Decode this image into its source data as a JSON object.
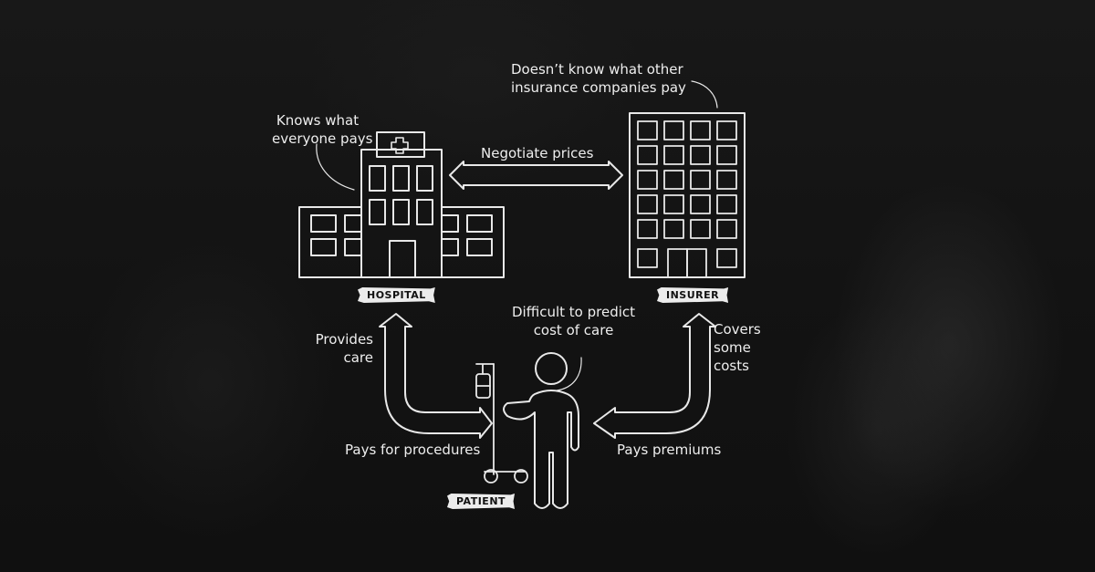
{
  "nodes": {
    "hospital": {
      "tag": "HOSPITAL",
      "note": [
        "Knows what",
        "everyone pays"
      ]
    },
    "insurer": {
      "tag": "INSURER",
      "note": [
        "Doesn’t know what other",
        "insurance companies pay"
      ]
    },
    "patient": {
      "tag": "PATIENT",
      "note": [
        "Difficult to predict",
        "cost of care"
      ]
    }
  },
  "edges": {
    "hospital_insurer": "Negotiate prices",
    "hospital_to_patient": [
      "Provides",
      "care"
    ],
    "patient_to_hospital": "Pays for procedures",
    "insurer_to_patient": [
      "Covers",
      "some",
      "costs"
    ],
    "patient_to_insurer": "Pays premiums"
  },
  "colors": {
    "background": "#141414",
    "chalk": "#eeeeee"
  }
}
